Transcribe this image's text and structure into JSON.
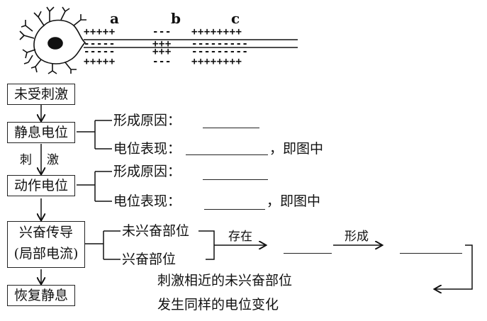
{
  "neuron": {
    "labels": [
      "a",
      "b",
      "c"
    ],
    "charges": {
      "a_outer": "+++++",
      "a_inner": "-----",
      "b_outer": "---",
      "b_inner": "+++",
      "c_outer": "++++++++",
      "c_inner": "---------"
    }
  },
  "flow": {
    "box1": "未受刺激",
    "box2": "静息电位",
    "box3": "动作电位",
    "box4_line1": "兴奋传导",
    "box4_line2": "(局部电流)",
    "box5": "恢复静息",
    "stimulus_left": "刺",
    "stimulus_right": "激"
  },
  "resting": {
    "cause_label": "形成原因：",
    "performance_label": "电位表现：",
    "performance_suffix": "，即图中"
  },
  "action": {
    "cause_label": "形成原因：",
    "performance_label": "电位表现：",
    "performance_suffix": "，即图中"
  },
  "conduction": {
    "unexcited_label": "未兴奋部位",
    "excited_label": "兴奋部位",
    "exist_label": "存在",
    "form_label": "形成",
    "note_line1": "刺激相近的未兴奋部位",
    "note_line2": "发生同样的电位变化"
  }
}
